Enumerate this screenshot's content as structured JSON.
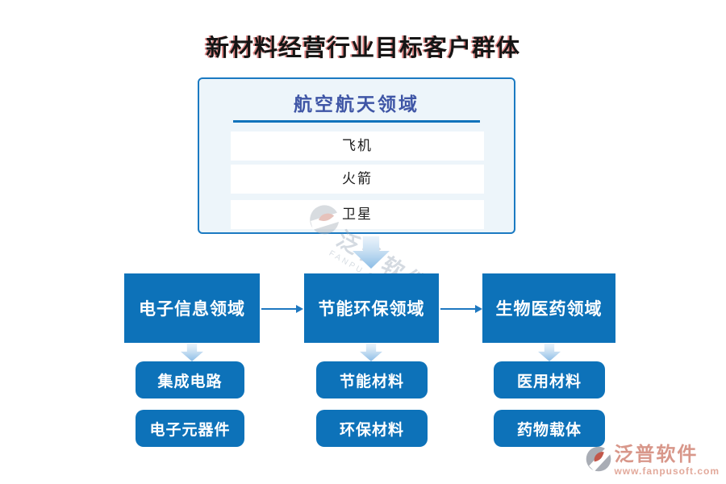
{
  "title": "新材料经营行业目标客户群体",
  "colors": {
    "primary_blue": "#0d72b9",
    "panel_bg": "#edf5fa",
    "panel_border": "#1b7ac2",
    "divider_blue": "#1173bb",
    "header_text_blue": "#3f56a6",
    "arrow_fill_light": "#c8dff2",
    "brand_salmon": "#d8978a"
  },
  "top_panel": {
    "header": "航空航天领域",
    "items": [
      "飞机",
      "火箭",
      "卫星"
    ]
  },
  "flow": {
    "nodes": [
      {
        "label": "电子信息领域",
        "children": [
          "集成电路",
          "电子元器件"
        ]
      },
      {
        "label": "节能环保领域",
        "children": [
          "节能材料",
          "环保材料"
        ]
      },
      {
        "label": "生物医药领域",
        "children": [
          "医用材料",
          "药物载体"
        ]
      }
    ]
  },
  "watermark": {
    "brand_cn": "泛普软件",
    "brand_en": "FANPU SOFTWARE",
    "url": "www.fanpusoft.com"
  }
}
